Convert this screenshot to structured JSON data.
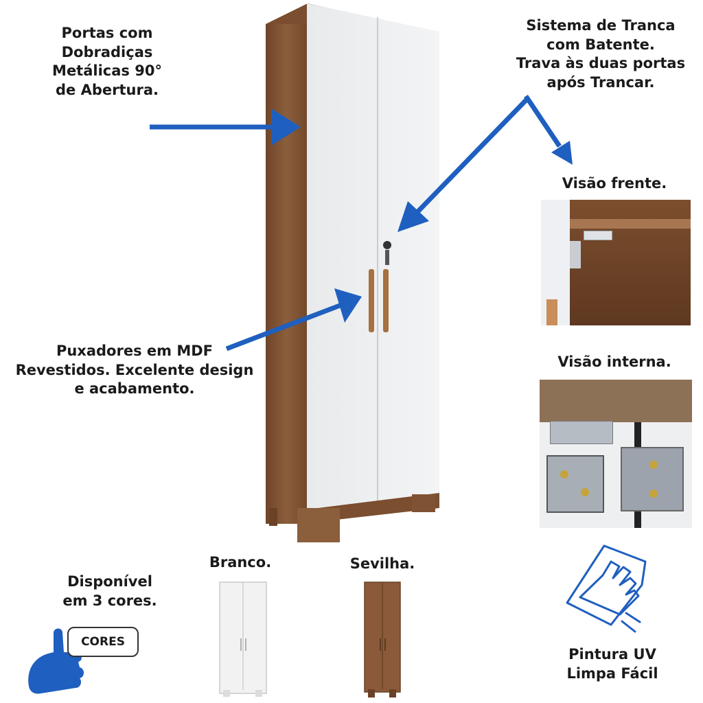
{
  "callouts": {
    "hinges": [
      "Portas com",
      "Dobradiças",
      "Metálicas 90°",
      "de Abertura."
    ],
    "lock": [
      "Sistema de Tranca",
      "com Batente.",
      "Trava às duas portas",
      "após Trancar."
    ],
    "handles": [
      "Puxadores em MDF",
      "Revestidos. Excelente design",
      "e acabamento."
    ]
  },
  "views": {
    "front_label": "Visão frente.",
    "internal_label": "Visão interna."
  },
  "colors_section": {
    "heading": [
      "Disponível",
      "em 3 cores."
    ],
    "button_label": "CORES",
    "variants": [
      {
        "label": "Branco.",
        "door_color": "#f2f2f2",
        "body_color": "#ececec"
      },
      {
        "label": "Sevilha.",
        "door_color": "#8a5a3a",
        "body_color": "#7c5033"
      }
    ]
  },
  "feature": {
    "label": [
      "Pintura UV",
      "Limpa Fácil"
    ]
  },
  "palette": {
    "accent_blue": "#1f5fbf",
    "wood": "#8b5e3c",
    "wood_dark": "#6e4529",
    "door_white": "#eef0f1"
  },
  "icons": [
    "arrow-icon",
    "hand-wipe-icon",
    "pointing-hand-icon",
    "lock-icon"
  ]
}
